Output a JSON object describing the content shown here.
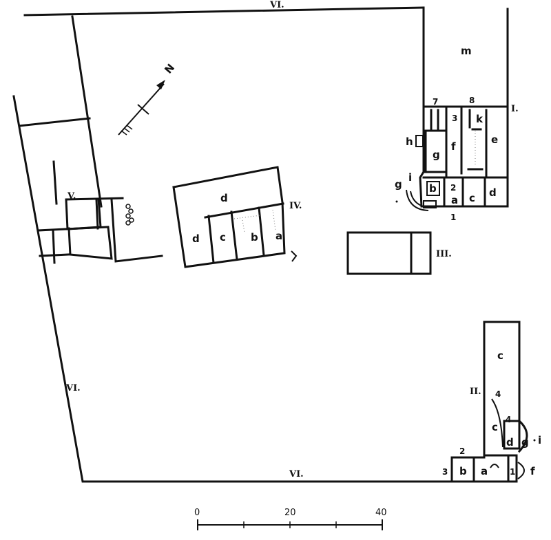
{
  "north": "N",
  "roman": {
    "top": "VI.",
    "left": "VI.",
    "bottom": "VI.",
    "b1": "I.",
    "b2": "II.",
    "b3": "III.",
    "b4": "IV.",
    "b5": "V."
  },
  "building1": {
    "m": "m",
    "e": "e",
    "f": "f",
    "g": "g",
    "h": "h",
    "k": "k",
    "a": "a",
    "b": "b",
    "c": "c",
    "d": "d",
    "g2": "g",
    "i": "i",
    "n7": "7",
    "n8": "8",
    "n3": "3",
    "n2": "2",
    "n1": "1"
  },
  "building4": {
    "d_top": "d",
    "d_left": "d",
    "c": "c",
    "b": "b",
    "a": "a"
  },
  "building2": {
    "c_top": "c",
    "c_mid": "c",
    "n4a": "4",
    "n4b": "4",
    "d": "d",
    "g": "g",
    "i": "i",
    "a": "a",
    "b": "b",
    "n1": "1",
    "n2": "2",
    "n3": "3",
    "f": "f"
  },
  "scale": {
    "t0": "0",
    "t20": "20",
    "t40": "40"
  }
}
